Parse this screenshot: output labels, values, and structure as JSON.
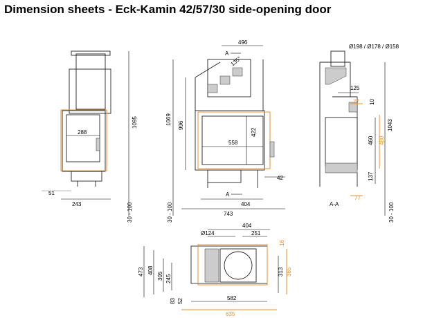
{
  "title": "Dimension sheets - Eck-Kamin 42/57/30 side-opening door",
  "front_left": {
    "d_inner_w": "288",
    "d_height": "1095",
    "d_width": "243",
    "d_offset": "51",
    "d_legs": "30 - 100"
  },
  "front_main": {
    "d_top": "496",
    "d_angle": "135°",
    "d_h_outer": "1069",
    "d_h_inner": "996",
    "d_glass_h": "422",
    "d_glass_w": "558",
    "d_base": "404",
    "d_overall": "743",
    "d_right": "42",
    "d_legs": "30 - 100",
    "label_a": "A",
    "label_a2": "A"
  },
  "side": {
    "d_flue": "Ø198 / Ø178 / Ø158",
    "d_125": "125",
    "d_77_top": "77",
    "d_10": "10",
    "d_1043": "1043",
    "d_460": "460",
    "d_480": "480",
    "d_137": "137",
    "d_77_bot": "77",
    "section": "A-A",
    "d_legs": "30 - 100"
  },
  "plan": {
    "d_404": "404",
    "d_124": "Ø124",
    "d_251": "251",
    "d_16": "16",
    "d_473": "473",
    "d_408": "408",
    "d_305": "305",
    "d_245": "245",
    "d_313": "313",
    "d_365": "365",
    "d_83": "83",
    "d_52": "52",
    "d_582": "582",
    "d_635": "635"
  },
  "colors": {
    "accent": "#e8902a"
  }
}
